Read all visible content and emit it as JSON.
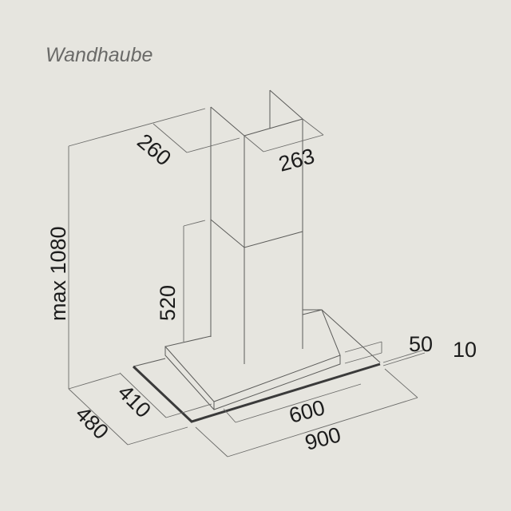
{
  "title": "Wandhaube",
  "dimensions": {
    "chimney_depth": "260",
    "chimney_width": "263",
    "max_height": "max 1080",
    "lower_chimney_height": "520",
    "box_height": "50",
    "glass_thickness": "10",
    "box_depth": "410",
    "total_depth": "480",
    "box_width": "600",
    "total_width": "900"
  }
}
